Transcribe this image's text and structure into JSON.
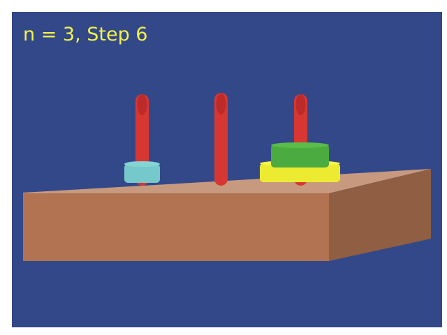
{
  "status": {
    "label": "n = 3, Step 6"
  },
  "game": {
    "disk_count": 3,
    "step": 6,
    "pegs": [
      {
        "id": "left",
        "disks": [
          "small"
        ]
      },
      {
        "id": "middle",
        "disks": []
      },
      {
        "id": "right",
        "disks": [
          "large",
          "medium"
        ]
      }
    ]
  },
  "colors": {
    "background": "#334889",
    "frame": "#ffffff",
    "status_text": "#f3f248",
    "board_top": "#c79a7f",
    "board_front": "#b17352",
    "board_side": "#905e42",
    "peg": "#d73733",
    "peg_highlight": "#bd2a2a",
    "disk_small_side": "#76c9cb",
    "disk_small_top": "#85d4d4",
    "disk_medium_side": "#4bab40",
    "disk_medium_top": "#5abc49",
    "disk_large_side": "#eceb32",
    "disk_large_top": "#f6f64b"
  }
}
